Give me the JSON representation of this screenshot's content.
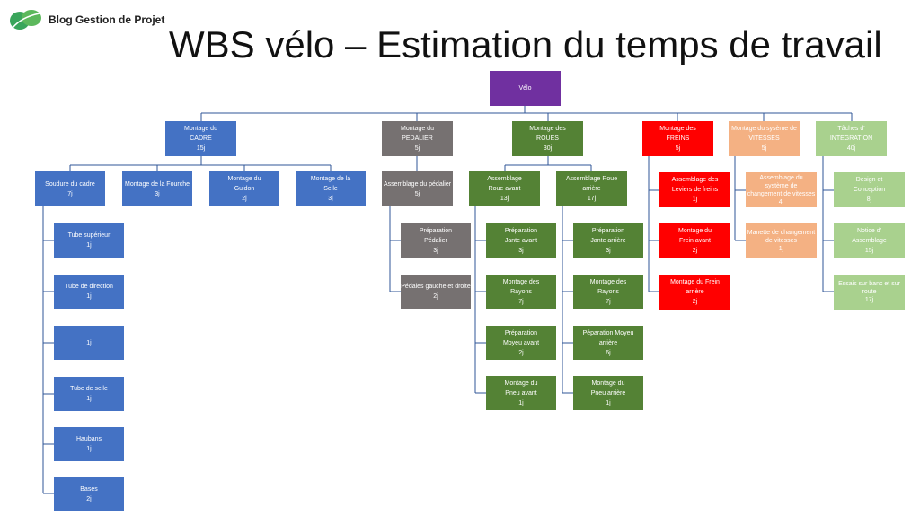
{
  "logo_text": "Blog Gestion de Projet",
  "title": "WBS vélo – Estimation du temps de travail",
  "colors": {
    "root": "#7030a0",
    "cadre": "#4472c4",
    "pedalier": "#767171",
    "roues": "#548235",
    "freins": "#ff0000",
    "vitesses": "#f4b183",
    "integration": "#a9d18e",
    "connector": "#2f5597"
  },
  "root": {
    "name": "Vélo"
  },
  "l1": [
    {
      "name": "Montage du CADRE",
      "dur": "15j"
    },
    {
      "name": "Montage du PEDALIER",
      "dur": "5j"
    },
    {
      "name": "Montage des ROUES",
      "dur": "30j"
    },
    {
      "name": "Montage des FREINS",
      "dur": "5j"
    },
    {
      "name": "Montage du sysème de VITESSES",
      "dur": "5j"
    },
    {
      "name": "Tâches d' INTEGRATION",
      "dur": "40j"
    }
  ],
  "cadre": [
    {
      "name": "Soudure du cadre",
      "dur": "7j"
    },
    {
      "name": "Montage de la Fourche",
      "dur": "3j"
    },
    {
      "name": "Montage du Guidon",
      "dur": "2j"
    },
    {
      "name": "Montage de la Selle",
      "dur": "3j"
    }
  ],
  "soudure": [
    {
      "name": "Tube supérieur",
      "dur": "1j"
    },
    {
      "name": "Tube de direction",
      "dur": "1j"
    },
    {
      "name": "",
      "dur": "1j"
    },
    {
      "name": "Tube de selle",
      "dur": "1j"
    },
    {
      "name": "Haubans",
      "dur": "1j"
    },
    {
      "name": "Bases",
      "dur": "2j"
    }
  ],
  "pedalier": [
    {
      "name": "Assemblage du pédalier",
      "dur": "5j"
    }
  ],
  "assemblage_pedalier": [
    {
      "name": "Préparation Pédalier",
      "dur": "3j"
    },
    {
      "name": "Pédales gauche et droite",
      "dur": "2j"
    }
  ],
  "roues": [
    {
      "name": "Assemblage Roue avant",
      "dur": "13j"
    },
    {
      "name": "Assemblage Roue arrière",
      "dur": "17j"
    }
  ],
  "roue_avant": [
    {
      "name": "Préparation Jante avant",
      "dur": "3j"
    },
    {
      "name": "Montage des Rayons",
      "dur": "7j"
    },
    {
      "name": "Préparation Moyeu avant",
      "dur": "2j"
    },
    {
      "name": "Montage du Pneu avant",
      "dur": "1j"
    }
  ],
  "roue_arriere": [
    {
      "name": "Préparation Jante arrière",
      "dur": "3j"
    },
    {
      "name": "Montage des Rayons",
      "dur": "7j"
    },
    {
      "name": "Péparation Moyeu arrière",
      "dur": "6j"
    },
    {
      "name": "Montage du Pneu arrière",
      "dur": "1j"
    }
  ],
  "freins": [
    {
      "name": "Assemblage des Leviers de freins",
      "dur": "1j"
    },
    {
      "name": "Montage du Frein avant",
      "dur": "2j"
    },
    {
      "name": "Montage du Frein arrière",
      "dur": "2j"
    }
  ],
  "vitesses": [
    {
      "name": "Assemblage du système de changement de vitesses",
      "dur": "4j"
    },
    {
      "name": "Manette de changement de vitesses",
      "dur": "1j"
    }
  ],
  "integration": [
    {
      "name": "Design et Conception",
      "dur": "8j"
    },
    {
      "name": "Notice d' Assemblage",
      "dur": "15j"
    },
    {
      "name": "Essais sur banc et sur route",
      "dur": "17j"
    }
  ]
}
